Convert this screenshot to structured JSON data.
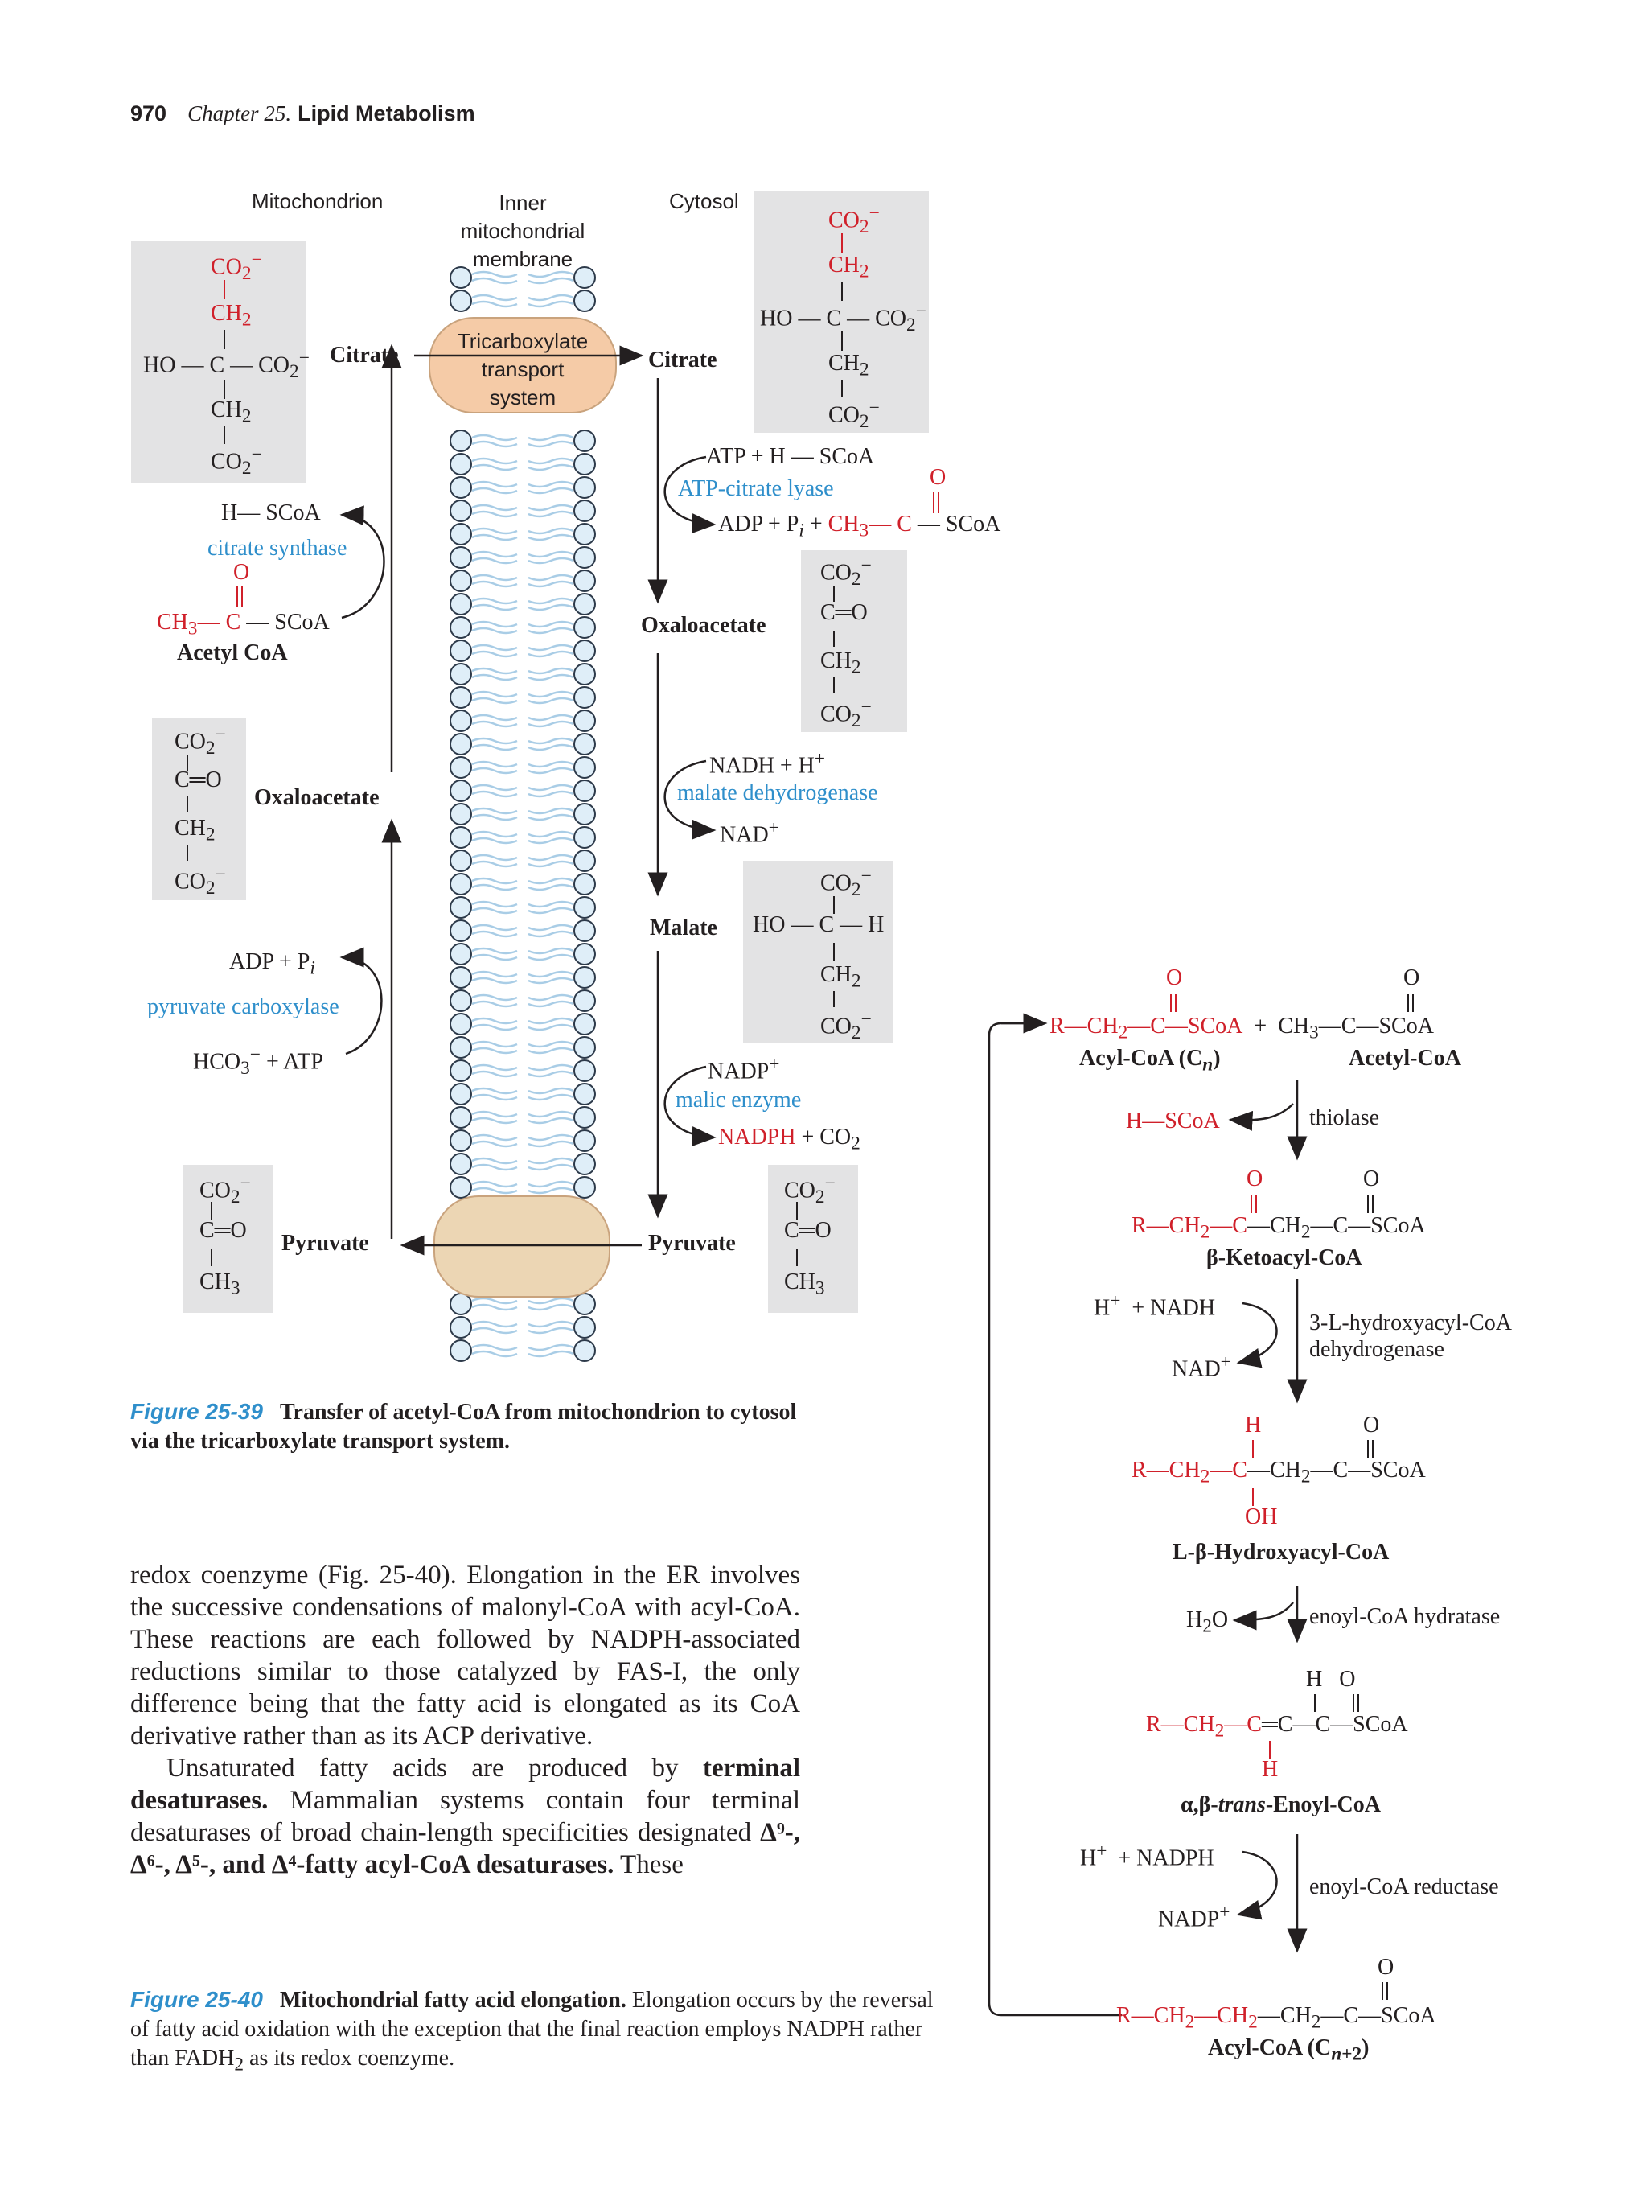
{
  "header": {
    "page_number": "970",
    "chapter": "Chapter 25.",
    "title": "Lipid Metabolism"
  },
  "fig39": {
    "col_mito": "Mitochondrion",
    "col_membrane": [
      "Inner",
      "mitochondrial",
      "membrane"
    ],
    "col_cytosol": "Cytosol",
    "transport_system": [
      "Tricarboxylate",
      "transport",
      "system"
    ],
    "citrate": "Citrate",
    "oxaloacetate": "Oxaloacetate",
    "malate": "Malate",
    "pyruvate": "Pyruvate",
    "acetyl_coa": "Acetyl CoA",
    "h_scoa": "H— SCoA",
    "citrate_synthase": "citrate synthase",
    "adp_pi": "ADP + P",
    "pyruvate_carboxylase": "pyruvate carboxylase",
    "hco3_atp": "HCO + ATP",
    "atp_hscoa": "ATP + H — SCoA",
    "atp_citrate_lyase": "ATP-citrate lyase",
    "adp_pi_right": "ADP + P",
    "nadh_h": "NADH + H",
    "malate_dehydrogenase": "malate dehydrogenase",
    "nad": "NAD",
    "nadp": "NADP",
    "malic_enzyme": "malic enzyme",
    "nadph_co2": "NADPH",
    "co2_tail": "+ CO",
    "caption_num": "Figure 25-39",
    "caption_text": "Transfer of acetyl-CoA from mitochondrion to cytosol via the tricarboxylate transport system."
  },
  "body": {
    "paragraph1": "redox coenzyme (Fig. 25-40). Elongation in the ER involves the successive condensations of malonyl-CoA with acyl-CoA. These reactions are each followed by NADPH-associated reductions similar to those catalyzed by FAS-I, the only difference being that the fatty acid is elongated as its CoA derivative rather than as its ACP derivative.",
    "paragraph2_start": "Unsaturated fatty acids are produced by ",
    "paragraph2_bold1": "terminal desaturases.",
    "paragraph2_mid": " Mammalian systems contain four terminal desaturases of broad chain-length specificities designated ",
    "paragraph2_bold2": "Δ⁹-, Δ⁶-, Δ⁵-, and Δ⁴-fatty acyl-CoA desaturases.",
    "paragraph2_end": " These"
  },
  "fig40": {
    "acyl_coa_cn": "Acyl-CoA (C",
    "acetyl_coa": "Acetyl-CoA",
    "h_scoa": "H—SCoA",
    "thiolase": "thiolase",
    "ketoacyl": "β-Ketoacyl-CoA",
    "h_nadh": "H  + NADH",
    "nad": "NAD",
    "hydroxyacyl_dh": [
      "3-L-hydroxyacyl-CoA",
      "dehydrogenase"
    ],
    "hydroxyacyl": "L-β-Hydroxyacyl-CoA",
    "h2o": "H O",
    "hydratase": "enoyl-CoA hydratase",
    "enoyl_prefix": "α,β-",
    "enoyl_trans": "trans",
    "enoyl_suffix": "-Enoyl-CoA",
    "h_nadph": "H  + NADPH",
    "reductase": "enoyl-CoA reductase",
    "nadp": "NADP",
    "acyl_coa_cn2": "Acyl-CoA (C",
    "caption_num": "Figure 25-40",
    "caption_bold": "Mitochondrial fatty acid elongation.",
    "caption_text": " Elongation occurs by the reversal of fatty acid oxidation with the exception that the final reaction employs NADPH rather than FADH",
    "caption_tail": " as its redox coenzyme."
  },
  "colors": {
    "red": "#d0202a",
    "blue": "#2f8fcb",
    "box": "#e3e3e4",
    "transporter": "#f5cba7"
  }
}
